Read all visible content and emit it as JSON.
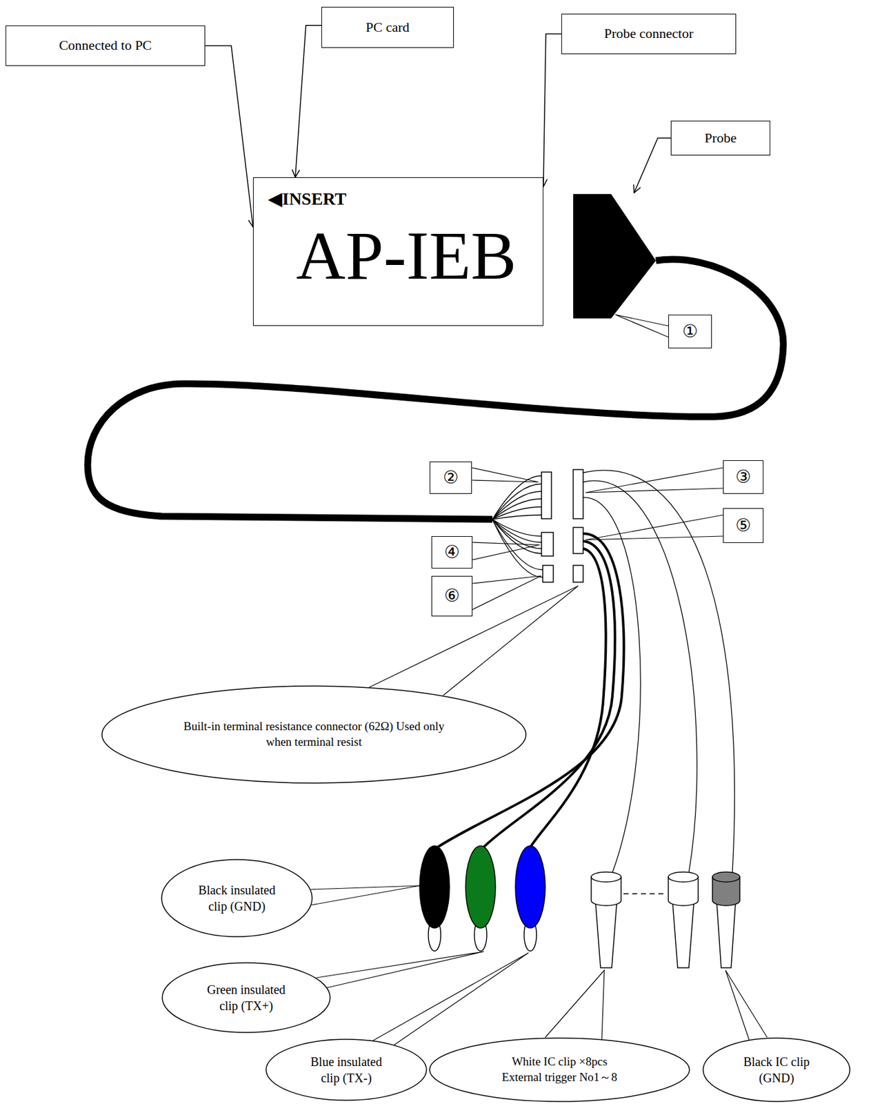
{
  "diagram": {
    "nodes": [
      {
        "text": [
          "Connected to PC"
        ]
      },
      {
        "text": [
          "PC card"
        ]
      },
      {
        "text": [
          "Probe connector"
        ]
      },
      {
        "text": [
          "Probe"
        ]
      },
      {
        "text": [
          "◀INSERT",
          "AP-IEB"
        ]
      },
      {
        "text": [
          "①"
        ]
      },
      {
        "text": [
          "②"
        ]
      },
      {
        "text": [
          "③"
        ]
      },
      {
        "text": [
          "⑤"
        ]
      },
      {
        "text": [
          "④"
        ]
      },
      {
        "text": [
          "⑥"
        ]
      },
      {
        "text": [
          "Built-in terminal resistance connector (62Ω) Used only when terminal resist"
        ]
      },
      {
        "text": [
          "Black insulated clip (GND)"
        ]
      },
      {
        "text": [
          "Green insulated clip (TX+)"
        ]
      },
      {
        "text": [
          "Blue insulated clip (TX-)"
        ]
      },
      {
        "text": [
          "White IC clip ×8pcs External trigger No1～8"
        ]
      },
      {
        "text": [
          "Black IC clip (GND)"
        ]
      }
    ],
    "edges": [
      {
        "from": 0,
        "to": 4,
        "arrow": "to"
      },
      {
        "from": 1,
        "to": 4,
        "arrow": "to"
      },
      {
        "from": 2,
        "to": 4,
        "arrow": "to"
      }
    ]
  }
}
